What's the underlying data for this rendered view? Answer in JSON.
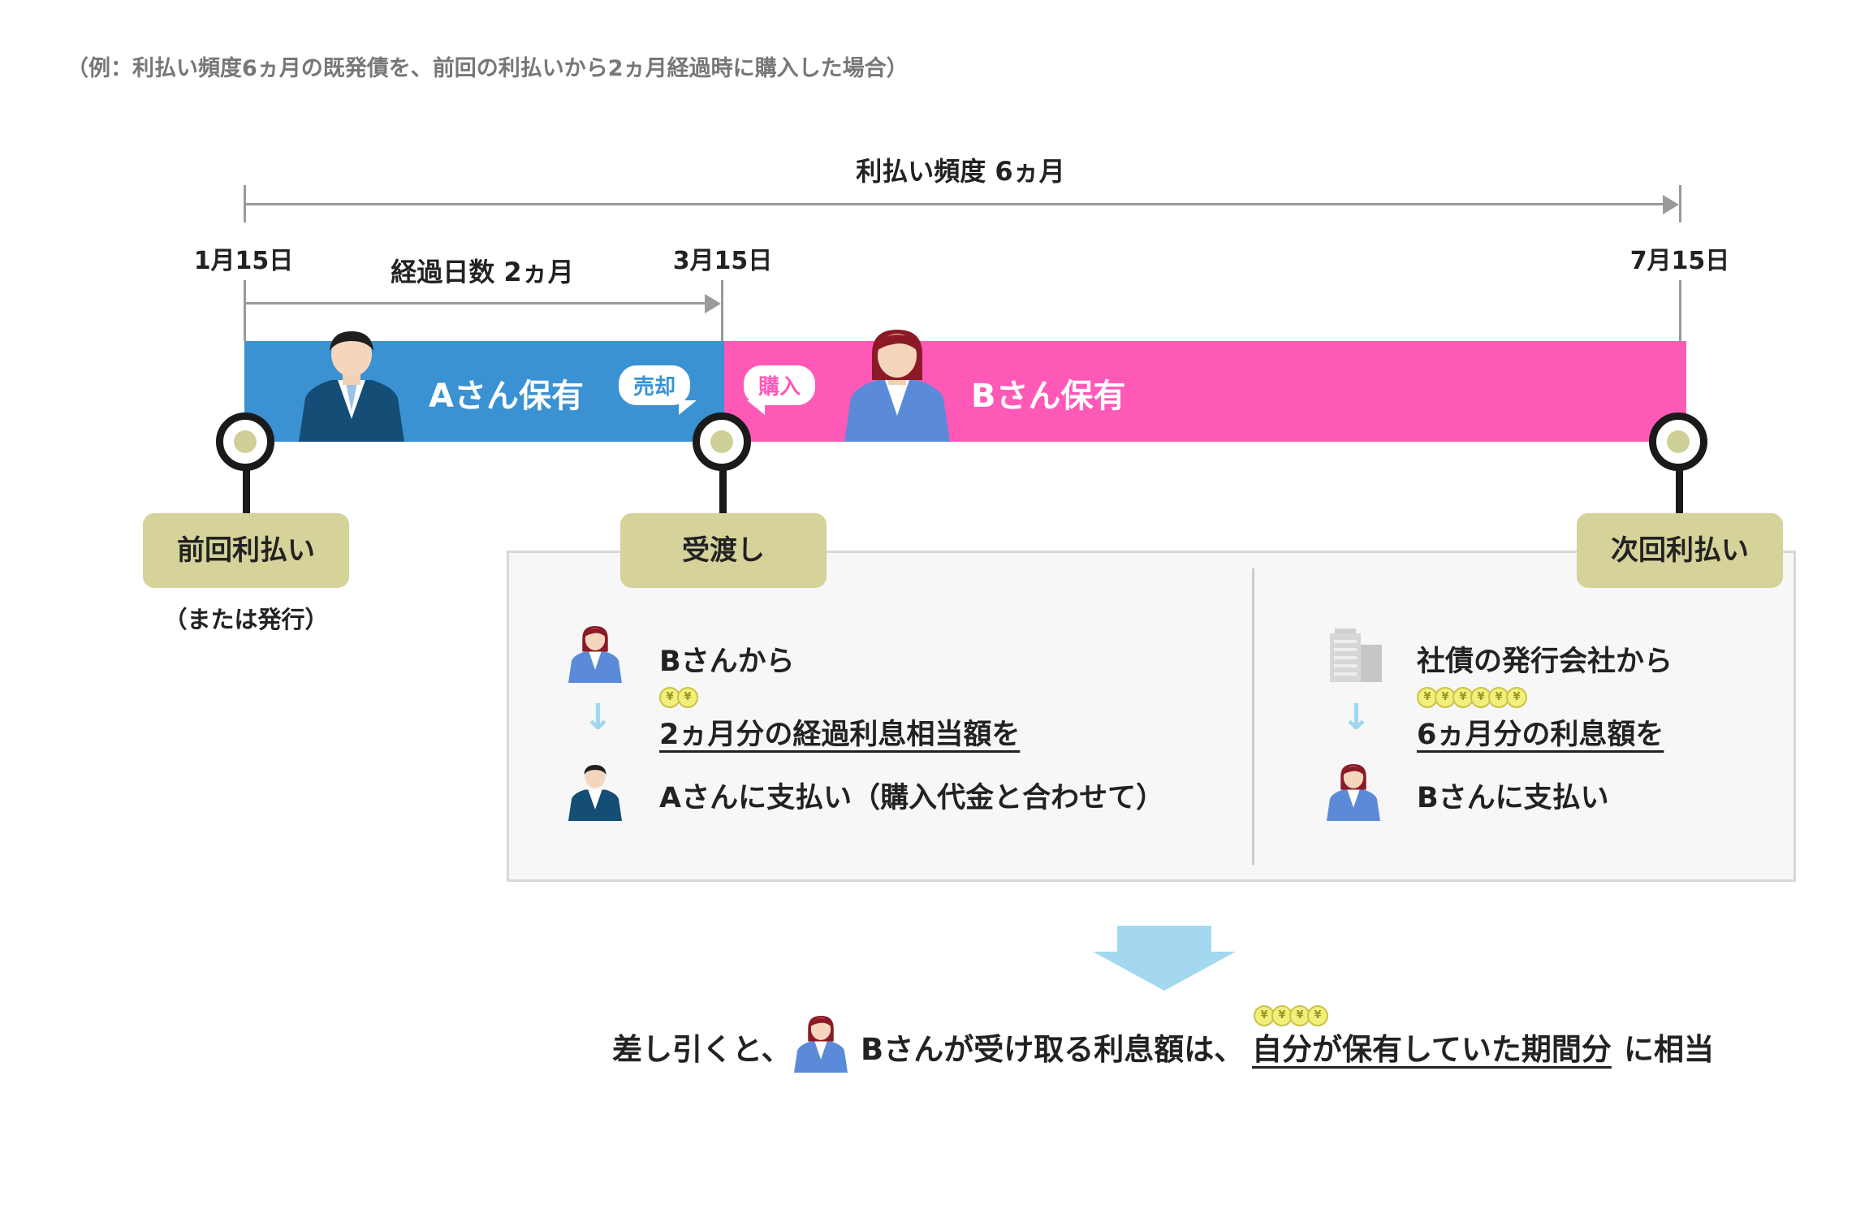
{
  "caption": "（例：利払い頻度6ヵ月の既発債を、前回の利払いから2ヵ月経過時に購入した場合）",
  "timeline": {
    "top_span_label": "利払い頻度 6ヵ月",
    "sub_span_label": "経過日数 2ヵ月",
    "dates": [
      "1月15日",
      "3月15日",
      "7月15日"
    ]
  },
  "bands": {
    "a_label": "Aさん保有",
    "b_label": "Bさん保有",
    "sell_bubble": "売却",
    "buy_bubble": "購入"
  },
  "tags": {
    "prev": "前回利払い",
    "prev_note": "（または発行）",
    "transfer": "受渡し",
    "next": "次回利払い"
  },
  "panel_left": {
    "from": "Bさんから",
    "amount": "2ヵ月分の経過利息相当額を",
    "to": "Aさんに支払い（購入代金と合わせて）"
  },
  "panel_right": {
    "from": "社債の発行会社から",
    "amount": "6ヵ月分の利息額を",
    "to": "Bさんに支払い"
  },
  "conclusion": {
    "prefix": "差し引くと、",
    "middle": "Bさんが受け取る利息額は、",
    "highlight": "自分が保有していた期間分",
    "suffix": "に相当"
  },
  "coin_symbol": "¥",
  "colors": {
    "a_band": "#3a92d2",
    "b_band": "#ff59b8",
    "tag": "#d5d29a",
    "arrow": "#a3d8f0",
    "coin": "#f2ef7a"
  }
}
